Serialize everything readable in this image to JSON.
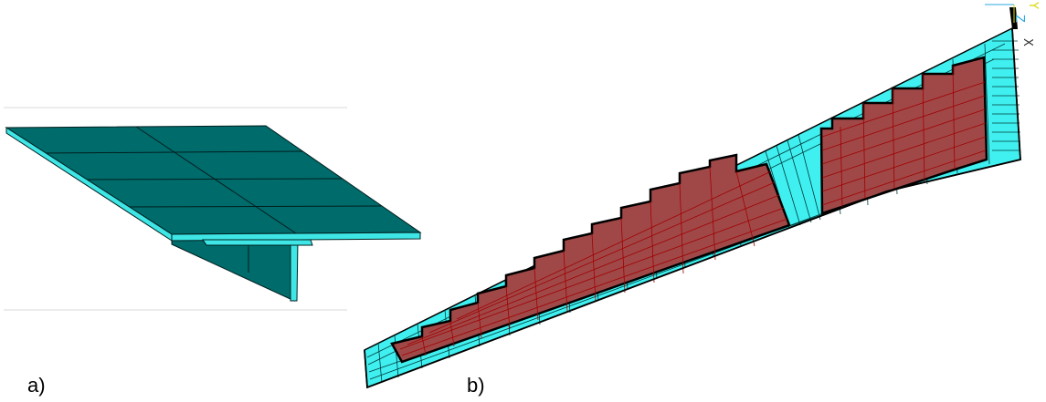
{
  "figure": {
    "panel_a_label": "a)",
    "panel_b_label": "b)"
  },
  "triad": {
    "axis_z": "Z",
    "axis_y": "Y",
    "axis_x": "X"
  },
  "colors": {
    "panel_a_skin": "#006b6b",
    "panel_a_edge": "#3ee6e6",
    "wing_fill": "#40f0f0",
    "wing_lines": "#003a3a",
    "patch_fill": "#a04848",
    "patch_grid": "#a00000",
    "outline": "#000000",
    "z_axis": "#29a8e0",
    "y_axis": "#d8d800"
  }
}
